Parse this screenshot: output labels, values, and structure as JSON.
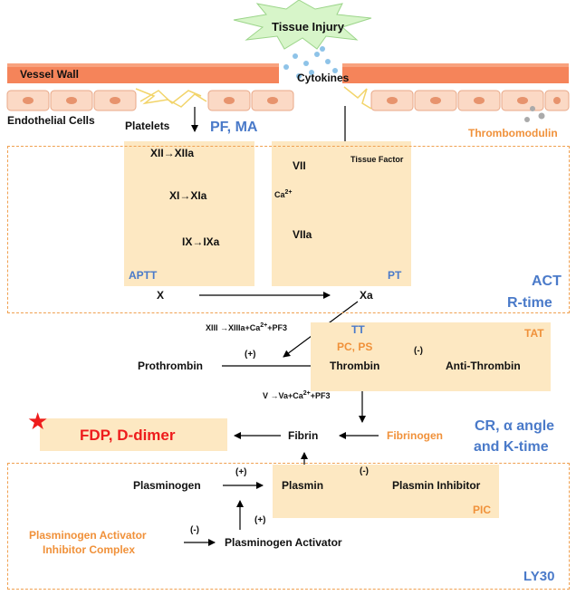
{
  "injury": "Tissue Injury",
  "vessel_wall": "Vessel Wall",
  "cytokines": "Cytokines",
  "endothelial_cells": "Endothelial Cells",
  "platelets": "Platelets",
  "pf_ma": "PF, MA",
  "thrombomodulin": "Thrombomodulin",
  "intrinsic": {
    "step1": "XII→XIIa",
    "step2": "XI→XIa",
    "step3": "IX→IXa",
    "label": "APTT"
  },
  "extrinsic": {
    "tissue_factor": "Tissue Factor",
    "vii": "VII",
    "ca": "Ca",
    "ca_sup": "2+",
    "viia": "VIIa",
    "label": "PT"
  },
  "x": "X",
  "xa": "Xa",
  "act": "ACT",
  "r_time": "R-time",
  "cofactor1": "XIII →XIIIa+Ca",
  "cofactor1_sup": "2+",
  "cofactor1_end": "+PF3",
  "tt": "TT",
  "pc_ps": "PC, PS",
  "tat": "TAT",
  "plus": "(+)",
  "minus": "(-)",
  "prothrombin": "Prothrombin",
  "thrombin": "Thrombin",
  "anti_thrombin": "Anti-Thrombin",
  "cofactor2": "V →Va+Ca",
  "cofactor2_sup": "2+",
  "cofactor2_end": "+PF3",
  "fdp": "FDP, D-dimer",
  "fibrin": "Fibrin",
  "fibrinogen": "Fibrinogen",
  "cr_line1": "CR, α angle",
  "cr_line2": "and K-time",
  "plasminogen": "Plasminogen",
  "plasmin": "Plasmin",
  "plasmin_inhibitor": "Plasmin Inhibitor",
  "pic": "PIC",
  "pai_line1": "Plasminogen Activator",
  "pai_line2": "Inhibitor Complex",
  "plasminogen_activator": "Plasminogen Activator",
  "ly30": "LY30",
  "colors": {
    "blue": "#4a7ac9",
    "orange": "#f0913a",
    "red": "#ee1c1c",
    "box": "#fde8c2"
  }
}
